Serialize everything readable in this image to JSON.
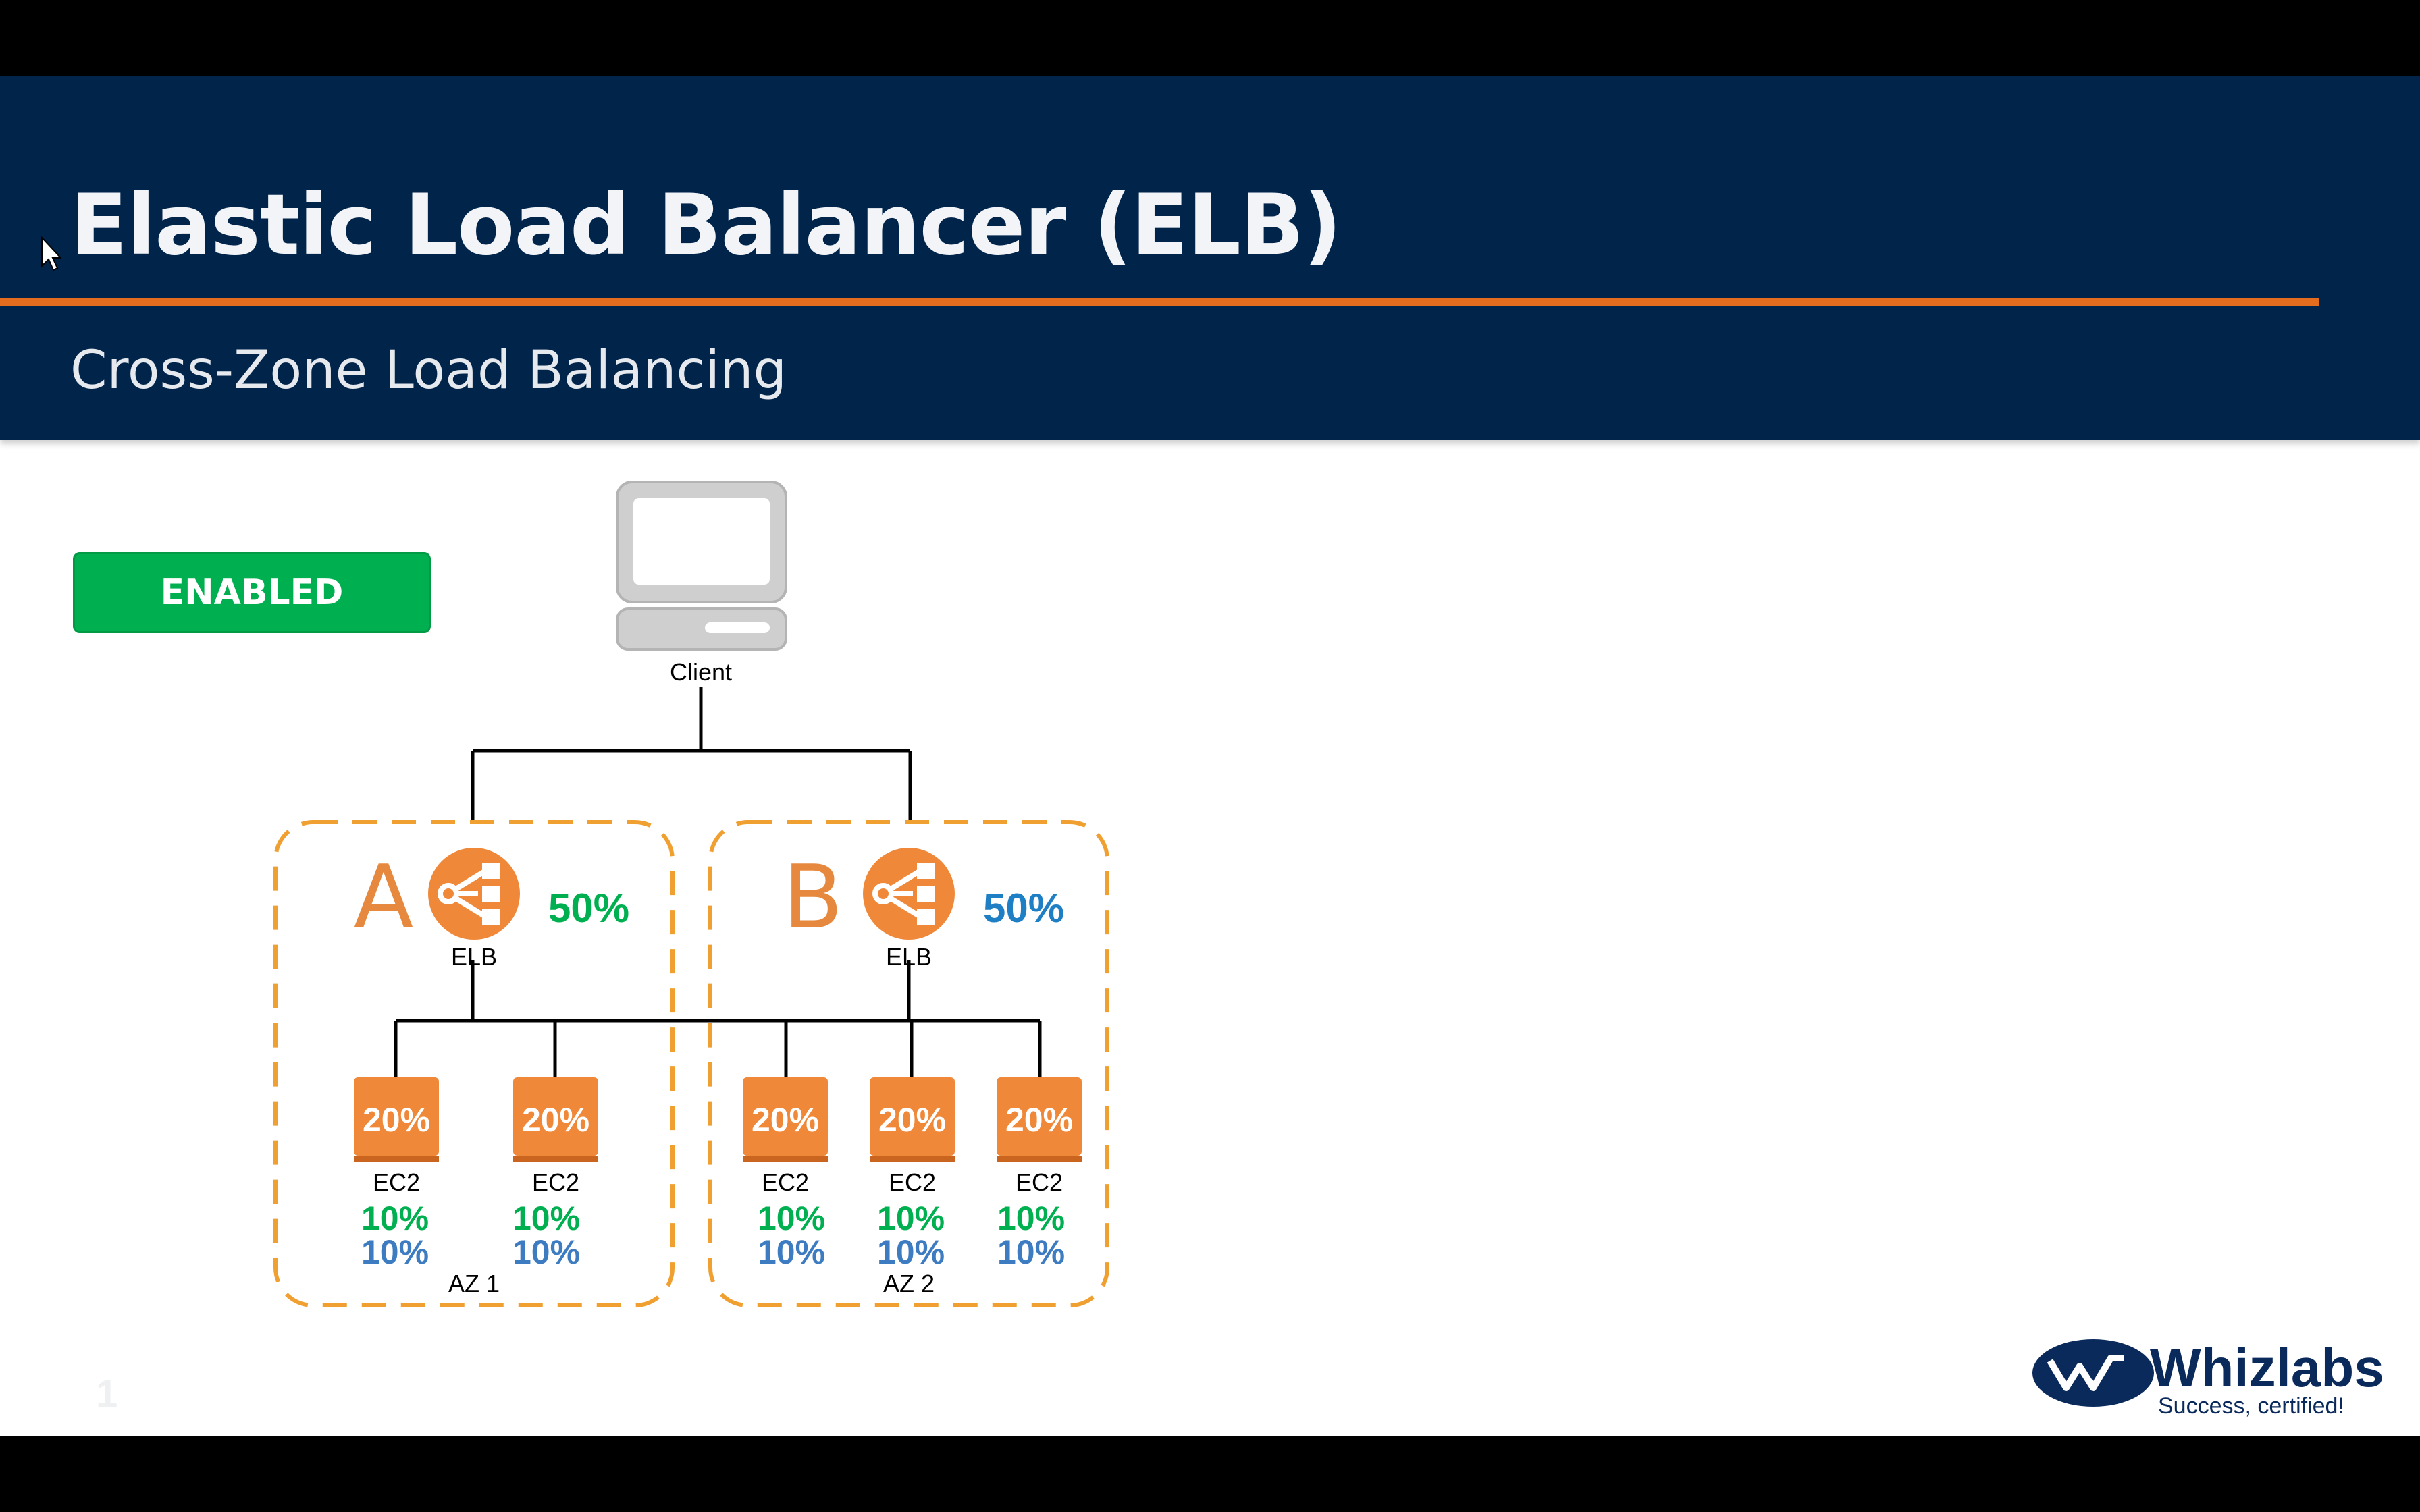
{
  "slide": {
    "title": "Elastic Load Balancer (ELB)",
    "subtitle": "Cross-Zone Load Balancing",
    "status_badge": "ENABLED",
    "page_number": "1"
  },
  "diagram": {
    "client_label": "Client",
    "zones": [
      {
        "letter": "A",
        "elb_label": "ELB",
        "elb_share": "50%",
        "elb_share_color": "#00b050",
        "az_label": "AZ 1",
        "instances": [
          {
            "share": "20%",
            "label": "EC2",
            "from_a": "10%",
            "from_b": "10%"
          },
          {
            "share": "20%",
            "label": "EC2",
            "from_a": "10%",
            "from_b": "10%"
          }
        ]
      },
      {
        "letter": "B",
        "elb_label": "ELB",
        "elb_share": "50%",
        "elb_share_color": "#1f7fc4",
        "az_label": "AZ 2",
        "instances": [
          {
            "share": "20%",
            "label": "EC2",
            "from_a": "10%",
            "from_b": "10%"
          },
          {
            "share": "20%",
            "label": "EC2",
            "from_a": "10%",
            "from_b": "10%"
          },
          {
            "share": "20%",
            "label": "EC2",
            "from_a": "10%",
            "from_b": "10%"
          }
        ]
      }
    ]
  },
  "logo": {
    "name": "Whizlabs",
    "tagline": "Success, certified!"
  },
  "colors": {
    "header": "#01244b",
    "accent": "#e46c1e",
    "enabled": "#00b050",
    "zone_a_traffic": "#00b050",
    "zone_b_traffic": "#3d7cc1",
    "ec2": "#f0883a"
  },
  "icons": [
    "cursor-arrow-icon",
    "client-computer-icon",
    "elb-icon",
    "ec2-instance-icon",
    "whizlabs-logo-icon"
  ]
}
